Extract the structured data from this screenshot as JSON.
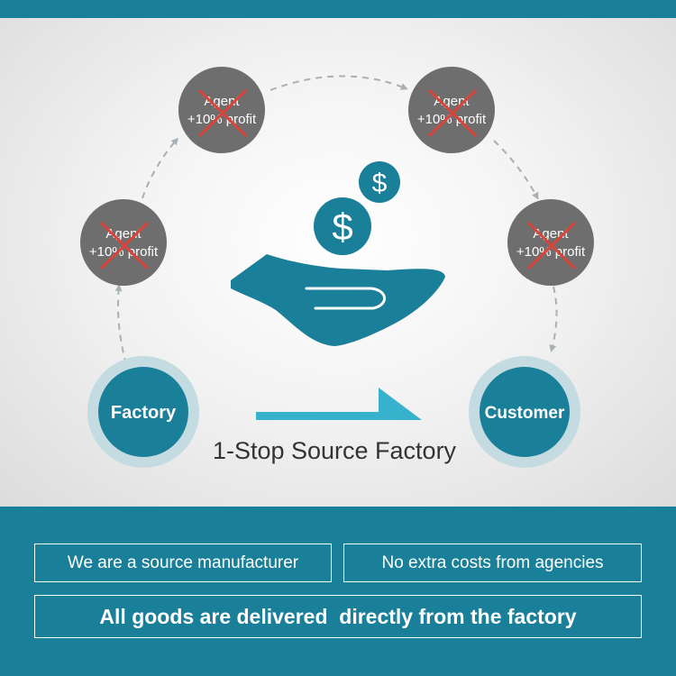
{
  "colors": {
    "brand": "#1a7f98",
    "agent_circle": "#6e6e6e",
    "cross": "#d9443b",
    "arrow": "#37b2cc",
    "ring": "#c5dbe2",
    "dashed": "#a7b0b4"
  },
  "agents": [
    {
      "label": "Agent",
      "profit": "+10% profit"
    },
    {
      "label": "Agent",
      "profit": "+10% profit"
    },
    {
      "label": "Agent",
      "profit": "+10% profit"
    },
    {
      "label": "Agent",
      "profit": "+10% profit"
    }
  ],
  "factory_label": "Factory",
  "customer_label": "Customer",
  "caption": "1-Stop Source Factory",
  "icons": [
    "dollar-coin-icon",
    "hand-icon",
    "right-arrow-icon",
    "cross-out-icon"
  ],
  "bottom": {
    "box_left": "We are a source manufacturer",
    "box_right": "No extra costs from agencies",
    "box_wide": "All goods are delivered  directly from the factory"
  }
}
